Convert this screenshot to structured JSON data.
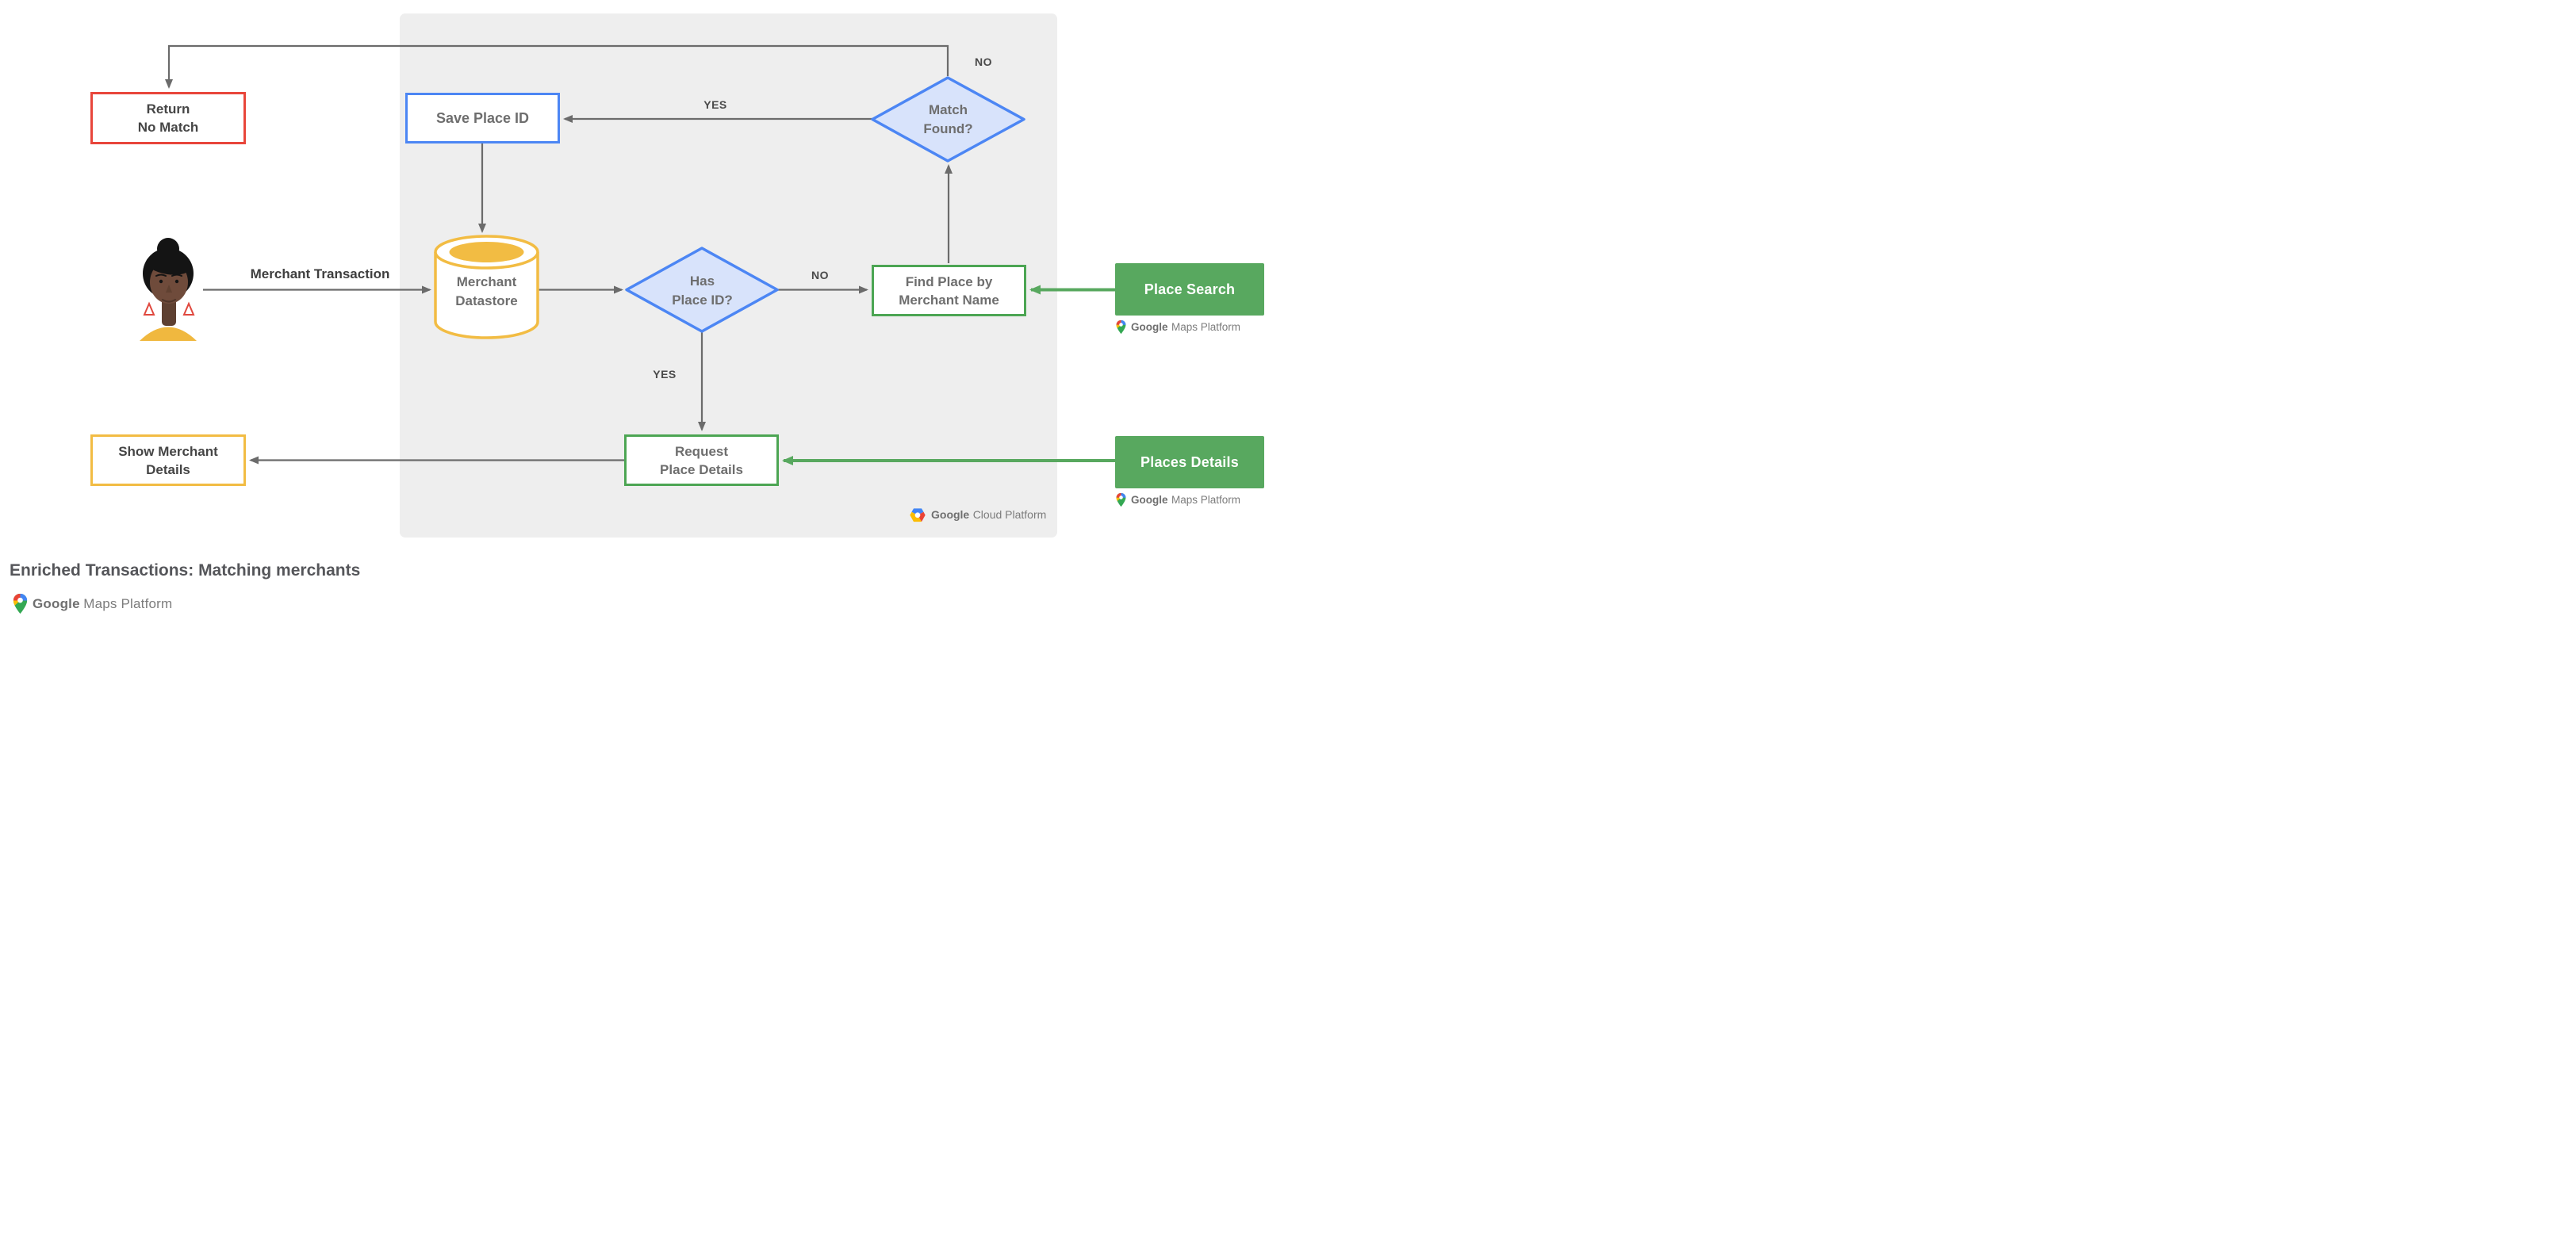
{
  "diagram": {
    "title": "Enriched Transactions: Matching merchants"
  },
  "nodes": {
    "return_no_match": {
      "line1": "Return",
      "line2": "No Match"
    },
    "save_place_id": {
      "label": "Save Place ID"
    },
    "match_found": {
      "line1": "Match",
      "line2": "Found?"
    },
    "merchant_datastore": {
      "line1": "Merchant",
      "line2": "Datastore"
    },
    "has_place_id": {
      "line1": "Has",
      "line2": "Place ID?"
    },
    "find_place_by_merchant_name": {
      "line1": "Find Place by",
      "line2": "Merchant Name"
    },
    "request_place_details": {
      "line1": "Request",
      "line2": "Place Details"
    },
    "show_merchant_details": {
      "line1": "Show Merchant",
      "line2": "Details"
    },
    "place_search": {
      "label": "Place Search"
    },
    "places_details": {
      "label": "Places Details"
    }
  },
  "edge_labels": {
    "merchant_transaction": "Merchant Transaction",
    "match_found_no": "NO",
    "match_found_yes": "YES",
    "has_place_id_no": "NO",
    "has_place_id_yes": "YES"
  },
  "logos": {
    "gcp": {
      "google": "Google",
      "product": "Cloud Platform"
    },
    "gmp_place_search": {
      "google": "Google",
      "product": "Maps Platform"
    },
    "gmp_places_details": {
      "google": "Google",
      "product": "Maps Platform"
    },
    "gmp_footer": {
      "google": "Google",
      "product": "Maps Platform"
    }
  },
  "colors": {
    "red": "#E8463B",
    "blue": "#4C86F4",
    "blue_fill": "#D8E3FB",
    "yellow": "#F2BC43",
    "green": "#4CA553",
    "green_fill": "#58A85F",
    "arrow": "#6B6B6B",
    "panel": "#EEEEEE",
    "text_dark": "#454545",
    "text_grey": "#6E6E6E"
  }
}
